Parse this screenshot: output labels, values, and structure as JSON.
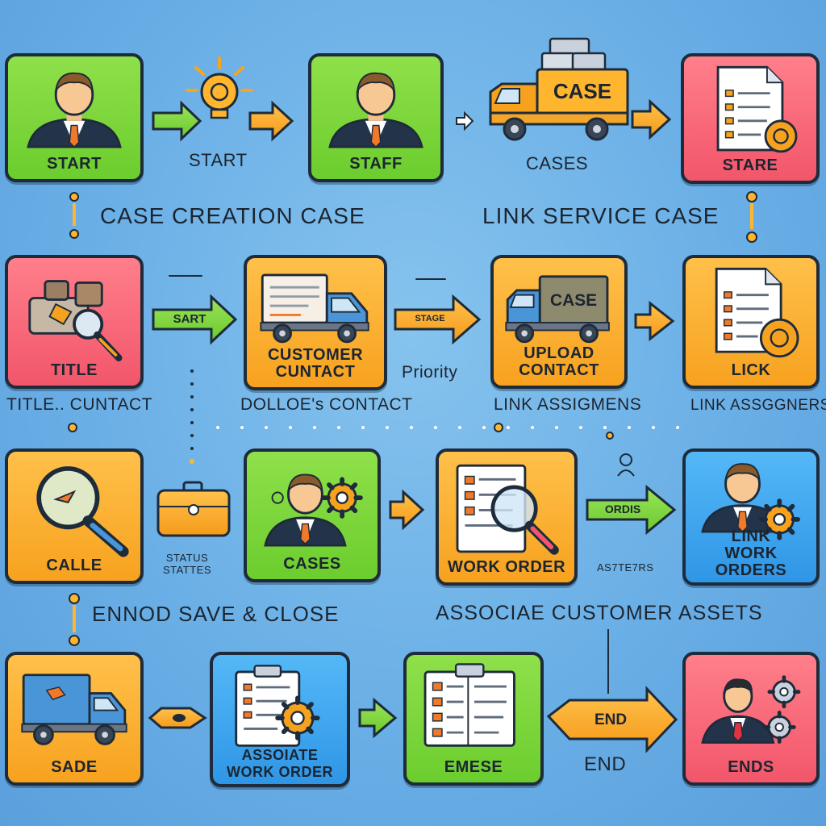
{
  "colors": {
    "background": "#6aafe6",
    "green": "#7ad83a",
    "red": "#f7606f",
    "orange": "#ffb52e",
    "blue": "#3ea6f0",
    "outline": "#1d2b3a"
  },
  "cards": {
    "r1c1": {
      "label": "START",
      "icon": "businessman-icon"
    },
    "r1c2": {
      "label": "STAFF",
      "icon": "businessman-icon"
    },
    "r1c3": {
      "label": "CASE",
      "icon": "delivery-truck-icon"
    },
    "r1c4": {
      "label": "STARE",
      "icon": "document-coin-icon"
    },
    "r2c1": {
      "label": "TITLE",
      "icon": "briefcase-magnifier-icon"
    },
    "r2c2": {
      "label": "CUSTOMER\nCUNTACT",
      "icon": "delivery-truck-icon"
    },
    "r2c3": {
      "label": "UPLOAD\nCONTACT",
      "truck_text": "CASE",
      "icon": "delivery-truck-icon"
    },
    "r2c4": {
      "label": "LICK",
      "icon": "document-coin-icon"
    },
    "r3c1": {
      "label": "CALLE",
      "icon": "magnifier-icon"
    },
    "r3c2": {
      "label": "CASES",
      "icon": "businessman-gear-icon"
    },
    "r3c3": {
      "label": "WORK ORDER",
      "icon": "document-magnifier-icon"
    },
    "r3c4": {
      "label": "LINK\nWORK ORDERS",
      "icon": "businessman-gear-icon"
    },
    "r4c1": {
      "label": "SADE",
      "icon": "delivery-truck-icon"
    },
    "r4c2": {
      "label": "ASSOIATE\nWORK ORDER",
      "icon": "clipboard-gear-icon"
    },
    "r4c3": {
      "label": "EMESE",
      "icon": "clipboard-icon"
    },
    "r4c4": {
      "label": "ENDS",
      "icon": "businessman-gears-icon"
    }
  },
  "captions": {
    "r1_start": "START",
    "r1_cases": "CASES",
    "r2_title_contact": "TITLE.. CUNTACT",
    "r2_collect_contact": "DOLLOE's CONTACT",
    "r2_priority": "Priority",
    "r2_link_assign1": "LINK ASSIGMENS",
    "r2_link_assign2": "LINK ASSGGNERS",
    "r3_status": "STATUS\nSTATTES",
    "r3_assets_small": "AS7TE7RS",
    "r4_end": "END"
  },
  "headings": {
    "h1": "CASE CREATION CASE",
    "h2": "LINK SERVICE CASE",
    "h3": "ENNOD SAVE & CLOSE",
    "h4": "ASSOCIAE CUSTOMER ASSETS"
  },
  "arrows": {
    "r2_start": "SART",
    "r2_stage": "STAGE",
    "r3_order": "ORDIS",
    "r4_end": "END"
  }
}
